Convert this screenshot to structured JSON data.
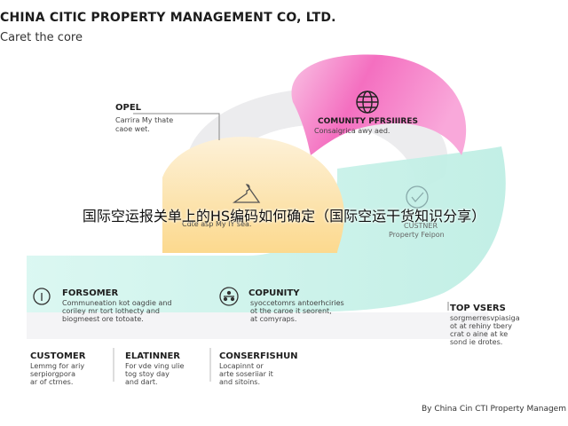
{
  "header": {
    "title": "CHINA CITIC PROPERTY MANAGEMENT CO, LTD.",
    "subtitle": "Caret the core"
  },
  "nodes": {
    "opel": {
      "title": "OPEL",
      "text_1": "Carrira My thate",
      "text_2": "caoe wet."
    },
    "community_top": {
      "title": "COMUNITY PFRSIIIRES",
      "text_1": "Consaigrica awy aed."
    },
    "center": {
      "text": "Cdte asp My IY sea."
    },
    "customer_right": {
      "title": "CUSTNER",
      "text_1": "Property Feipon"
    },
    "forsomer": {
      "title": "FORSOMER",
      "text_1": "Communeation kot oagdie and",
      "text_2": "coriley mr tort lothecty and",
      "text_3": "biogmeest ore totoate."
    },
    "community_mid": {
      "title": "COPUNITY",
      "text_1": "syoccetomrs antoerhciries",
      "text_2": "ot the caroe it seorent,",
      "text_3": "at comyraps."
    },
    "top_users": {
      "title": "TOP VSERS",
      "text_1": "sorgmerresvpiasiga",
      "text_2": "ot at rehiny tbery",
      "text_3": "crat o aine at ke",
      "text_4": "sond ie drotes."
    }
  },
  "columns": [
    {
      "title": "CUSTOMER",
      "text_1": "Lemmg for ariy",
      "text_2": "serpiorgpora",
      "text_3": "ar of ctrnes."
    },
    {
      "title": "ELATINNER",
      "text_1": "For vde ving ulie",
      "text_2": "tog stoy day",
      "text_3": "and dart."
    },
    {
      "title": "CONSERFISHUN",
      "text_1": "Locapinnt or",
      "text_2": "arte soseriiar it",
      "text_3": "and sitoins."
    }
  ],
  "banner": "国际空运报关单上的HS编码如何确定（国际空运干货知识分享）",
  "footer": "By China Cin CTI Property Managem",
  "colors": {
    "pink": "#f46fc0",
    "yellow": "#fde0a0",
    "mint": "#c4f2e8",
    "gray_block": "#ececee"
  },
  "icons": [
    "globe-icon",
    "hanger-icon",
    "check-circle-icon",
    "info-circle-icon",
    "network-icon"
  ]
}
